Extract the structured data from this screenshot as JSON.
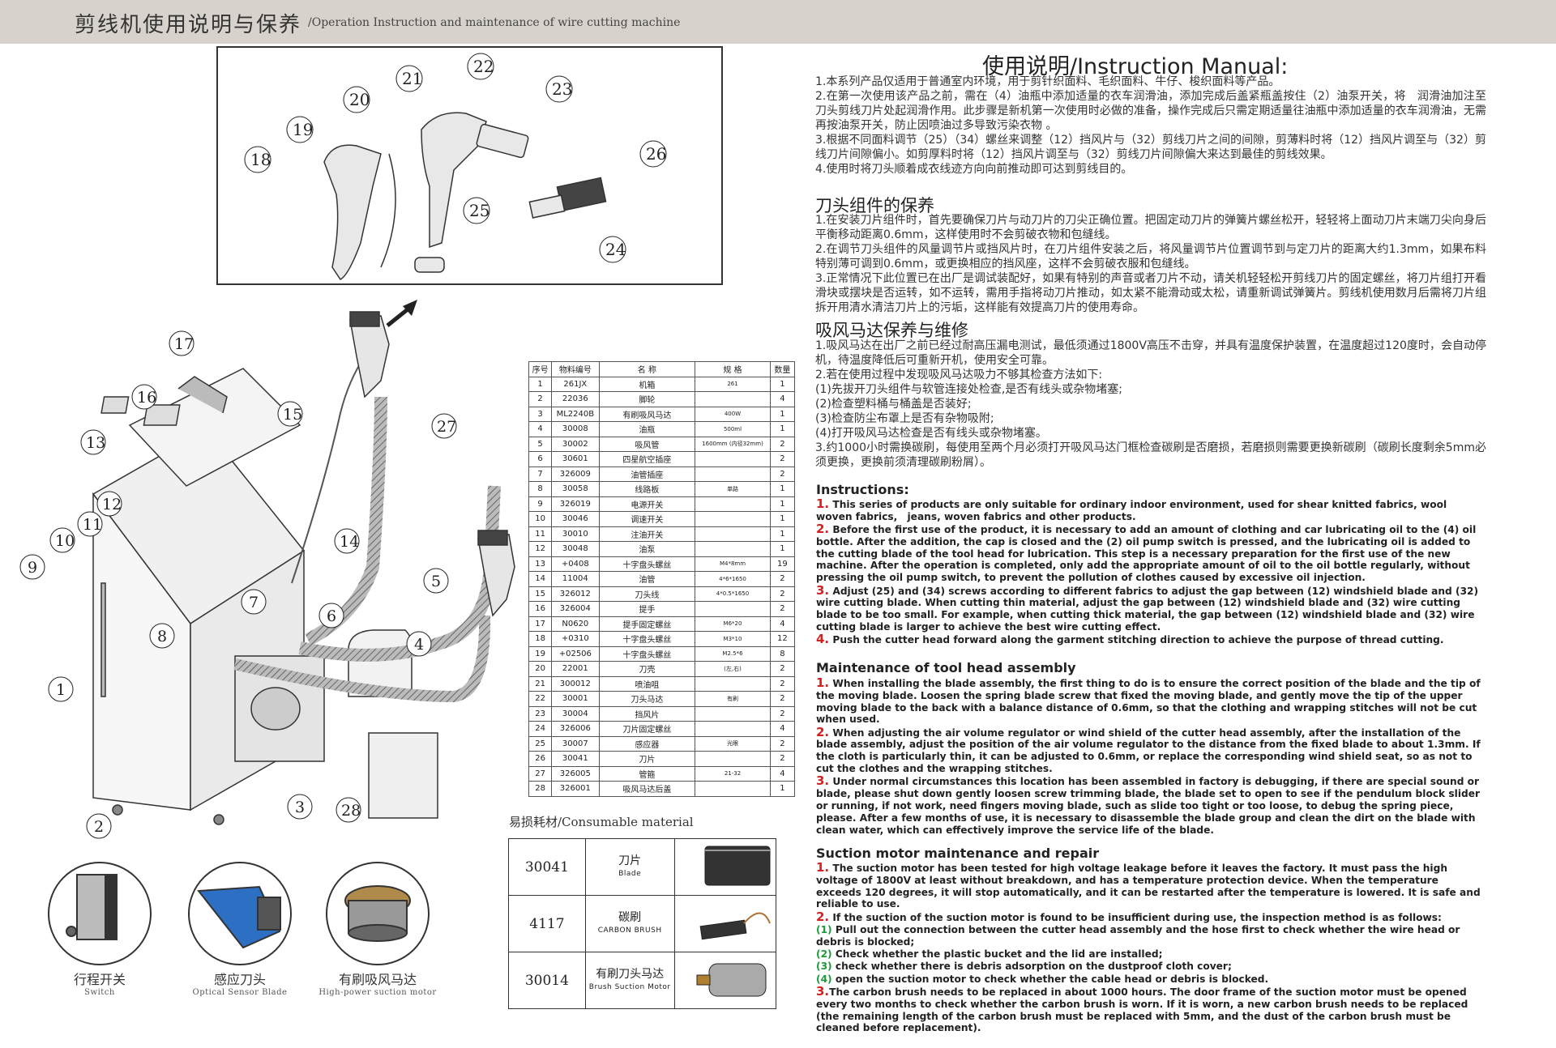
{
  "header": {
    "title_cn": "剪线机使用说明与保养",
    "title_en": "/Operation Instruction and maintenance of wire cutting machine"
  },
  "diagram_callouts": {
    "inset": [
      "18",
      "19",
      "20",
      "21",
      "22",
      "23",
      "26",
      "25",
      "24"
    ],
    "main": [
      "17",
      "16",
      "15",
      "27",
      "13",
      "12",
      "11",
      "10",
      "9",
      "14",
      "5",
      "7",
      "6",
      "8",
      "4",
      "1",
      "2",
      "3",
      "28"
    ]
  },
  "parts_table": {
    "headers": [
      "序号",
      "物料编号",
      "名 称",
      "规 格",
      "数量"
    ],
    "rows": [
      [
        "1",
        "261JX",
        "机箱",
        "261",
        "1"
      ],
      [
        "2",
        "22036",
        "脚轮",
        "",
        "4"
      ],
      [
        "3",
        "ML2240B",
        "有刷吸风马达",
        "400W",
        "1"
      ],
      [
        "4",
        "30008",
        "油瓶",
        "500ml",
        "1"
      ],
      [
        "5",
        "30002",
        "吸风管",
        "1600mm (内径32mm)",
        "2"
      ],
      [
        "6",
        "30601",
        "四星航空插座",
        "",
        "2"
      ],
      [
        "7",
        "326009",
        "油管插座",
        "",
        "2"
      ],
      [
        "8",
        "30058",
        "线路板",
        "单路",
        "1"
      ],
      [
        "9",
        "326019",
        "电源开关",
        "",
        "1"
      ],
      [
        "10",
        "30046",
        "调速开关",
        "",
        "1"
      ],
      [
        "11",
        "30010",
        "注油开关",
        "",
        "1"
      ],
      [
        "12",
        "30048",
        "油泵",
        "",
        "1"
      ],
      [
        "13",
        "+0408",
        "十字盘头螺丝",
        "M4*8mm",
        "19"
      ],
      [
        "14",
        "11004",
        "油管",
        "4*6*1650",
        "2"
      ],
      [
        "15",
        "326012",
        "刀头线",
        "4*0.5*1650",
        "2"
      ],
      [
        "16",
        "326004",
        "提手",
        "",
        "2"
      ],
      [
        "17",
        "N0620",
        "提手固定螺丝",
        "M6*20",
        "4"
      ],
      [
        "18",
        "+0310",
        "十字盘头螺丝",
        "M3*10",
        "12"
      ],
      [
        "19",
        "+02506",
        "十字盘头螺丝",
        "M2.5*6",
        "8"
      ],
      [
        "20",
        "22001",
        "刀壳",
        "(左,右)",
        "2"
      ],
      [
        "21",
        "300012",
        "喷油咀",
        "",
        "2"
      ],
      [
        "22",
        "30001",
        "刀头马达",
        "有刷",
        "2"
      ],
      [
        "23",
        "30004",
        "挡风片",
        "",
        "2"
      ],
      [
        "24",
        "326006",
        "刀片固定螺丝",
        "",
        "4"
      ],
      [
        "25",
        "30007",
        "感应器",
        "光眼",
        "2"
      ],
      [
        "26",
        "30041",
        "刀片",
        "",
        "2"
      ],
      [
        "27",
        "326005",
        "管箍",
        "21-32",
        "4"
      ],
      [
        "28",
        "326001",
        "吸风马达后盖",
        "",
        "1"
      ]
    ]
  },
  "consumables": {
    "title": "易损耗材/Consumable material",
    "items": [
      {
        "code": "30041",
        "name_cn": "刀片",
        "name_en": "Blade"
      },
      {
        "code": "4117",
        "name_cn": "碳刷",
        "name_en": "CARBON BRUSH"
      },
      {
        "code": "30014",
        "name_cn": "有刷刀头马达",
        "name_en": "Brush Suction Motor"
      }
    ]
  },
  "components": [
    {
      "cn": "行程开关",
      "en": "Switch"
    },
    {
      "cn": "感应刀头",
      "en": "Optical Sensor Blade"
    },
    {
      "cn": "有刷吸风马达",
      "en": "High-power suction motor"
    }
  ],
  "manual": {
    "title": "使用说明/Instruction Manual:",
    "cn_usage": [
      "1.本系列产品仅适用于普通室内环境，用于剪针织面料、毛织面料、牛仔、梭织面料等产品。",
      "2.在第一次使用该产品之前，需在（4）油瓶中添加适量的衣车润滑油，添加完成后盖紧瓶盖按住（2）油泵开关，将　润滑油加注至刀头剪线刀片处起润滑作用。此步骤是新机第一次使用时必做的准备，操作完成后只需定期适量往油瓶中添加适量的衣车润滑油，无需再按油泵开关，防止因喷油过多导致污染衣物 。",
      "3.根据不同面料调节（25）（34）螺丝来调整（12）挡风片与（32）剪线刀片之间的间隙，剪薄料时将（12）挡风片调至与（32）剪线刀片间隙偏小。如剪厚料时将（12）挡风片调至与（32）剪线刀片间隙偏大来达到最佳的剪线效果。",
      "4.使用时将刀头顺着成衣线迹方向向前推动即可达到剪线目的。"
    ],
    "cn_blade_title": "刀头组件的保养",
    "cn_blade": [
      "1.在安装刀片组件时，首先要确保刀片与动刀片的刀尖正确位置。把固定动刀片的弹簧片螺丝松开，轻轻将上面动刀片末端刀尖向身后平衡移动距离0.6mm，这样使用时不会剪破衣物和包缝线。",
      "2.在调节刀头组件的风量调节片或挡风片时，在刀片组件安装之后，将风量调节片位置调节到与定刀片的距离大约1.3mm，如果布料特别薄可调到0.6mm，或更换相应的挡风座，这样不会剪破衣服和包缝线。",
      "3.正常情况下此位置已在出厂是调试装配好，如果有特别的声音或者刀片不动，请关机轻轻松开剪线刀片的固定螺丝，将刀片组打开看滑块或摆块是否运转，如不运转，需用手指将动刀片推动，如太紧不能滑动或太松，请重新调试弹簧片。剪线机使用数月后需将刀片组拆开用清水清洁刀片上的污垢，这样能有效提高刀片的使用寿命。"
    ],
    "cn_motor_title": "吸风马达保养与维修",
    "cn_motor": [
      "1.吸风马达在出厂之前已经过耐高压漏电测试，最低须通过1800V高压不击穿，并具有温度保护装置，在温度超过120度时，会自动停机，待温度降低后可重新开机，使用安全可靠。",
      "2.若在使用过程中发现吸风马达吸力不够其检查方法如下:",
      "(1)先拔开刀头组件与软管连接处检查,是否有线头或杂物堵塞;",
      "(2)检查塑料桶与桶盖是否装好;",
      "(3)检查防尘布罩上是否有杂物吸附;",
      "(4)打开吸风马达检查是否有线头或杂物堵塞。",
      "3.约1000小时需换碳刷，每使用至两个月必须打开吸风马达门框检查碳刷是否磨损，若磨损则需要更换新碳刷（碳刷长度剩余5mm必须更换，更换前须清理碳刷粉屑）。"
    ],
    "en_instr_title": "Instructions:",
    "en_instr": [
      {
        "n": "1.",
        "t": " This series of products are only suitable for ordinary indoor environment, used for shear knitted fabrics, wool woven fabrics,　jeans, woven fabrics and other products."
      },
      {
        "n": "2.",
        "t": " Before the first use of the product, it is necessary to add an amount of clothing and car lubricating oil to the (4) oil bottle. After the addition, the cap is closed and the (2) oil pump switch is pressed, and the lubricating oil is added to the cutting blade of the tool head for lubrication. This step is a necessary preparation for the first use of the new machine. After the operation is completed, only add the appropriate amount of oil to the oil bottle regularly, without pressing the oil pump switch, to prevent the pollution of clothes caused by excessive oil injection."
      },
      {
        "n": "3.",
        "t": " Adjust (25) and (34) screws according to different fabrics to adjust the gap between (12) windshield blade and (32) wire cutting blade. When cutting thin material, adjust the gap between (12) windshield blade and (32) wire cutting blade to be too small. For example, when cutting thick material, the gap between (12) windshield blade and (32) wire cutting blade is larger to achieve the best wire cutting effect."
      },
      {
        "n": "4.",
        "t": " Push the cutter head forward along the garment stitching direction to achieve the purpose of thread cutting."
      }
    ],
    "en_blade_title": "Maintenance of tool head assembly",
    "en_blade": [
      {
        "n": "1.",
        "t": " When installing the blade assembly, the first thing to do is to ensure the correct position of the blade and the tip of the moving blade. Loosen the spring blade screw that fixed the moving blade, and gently move the tip of the upper moving blade to the back with a balance distance of 0.6mm, so that the clothing and wrapping stitches will not be cut when used."
      },
      {
        "n": "2.",
        "t": " When adjusting the air volume regulator or wind shield of the cutter head assembly, after the installation of the blade assembly, adjust the position of the air volume regulator to the distance from the fixed blade to about 1.3mm. If the cloth is particularly thin, it can be adjusted to 0.6mm, or replace the corresponding wind shield seat, so as not to cut the clothes and the wrapping stitches."
      },
      {
        "n": "3.",
        "t": " Under normal circumstances this location has been assembled in factory is debugging, if there are special sound or blade, please shut down gently loosen screw trimming blade, the blade set to open to see if the pendulum block slider or running, if not work, need fingers moving blade, such as slide too tight or too loose, to debug the spring piece, please. After a few months of use, it is necessary to disassemble the blade group and clean the dirt on the blade with clean water, which can effectively improve the service life of the blade."
      }
    ],
    "en_motor_title": "Suction motor maintenance and repair",
    "en_motor": [
      {
        "n": "1.",
        "t": " The suction motor has been tested for high voltage leakage before it leaves the factory. It must pass the high voltage of 1800V at least without breakdown, and has a temperature protection device. When the temperature exceeds 120 degrees, it will stop automatically, and it can be restarted after the temperature is lowered. It is safe and reliable to use."
      },
      {
        "n": "2.",
        "t": " If the suction of the suction motor is found to be insufficient during use, the inspection method is as follows:"
      }
    ],
    "en_motor_checks": [
      {
        "n": "(1)",
        "t": " Pull out the connection between the cutter head assembly and the hose first to check whether the wire head or debris is blocked;"
      },
      {
        "n": "(2)",
        "t": " Check whether the plastic bucket and the lid are installed;"
      },
      {
        "n": "(3)",
        "t": " check whether there is debris adsorption on the dustproof cloth cover;"
      },
      {
        "n": "(4)",
        "t": " open the suction motor to check whether the cable head or debris is blocked."
      }
    ],
    "en_motor_last": {
      "n": "3.",
      "t": "The carbon brush needs to be replaced in about 1000 hours. The door frame of the suction motor must be opened every two months to check whether the carbon brush is worn. If it is worn, a new carbon brush needs to be replaced (the remaining length of the carbon brush must be replaced with 5mm, and the dust of the carbon brush must be cleaned before replacement)."
    }
  }
}
